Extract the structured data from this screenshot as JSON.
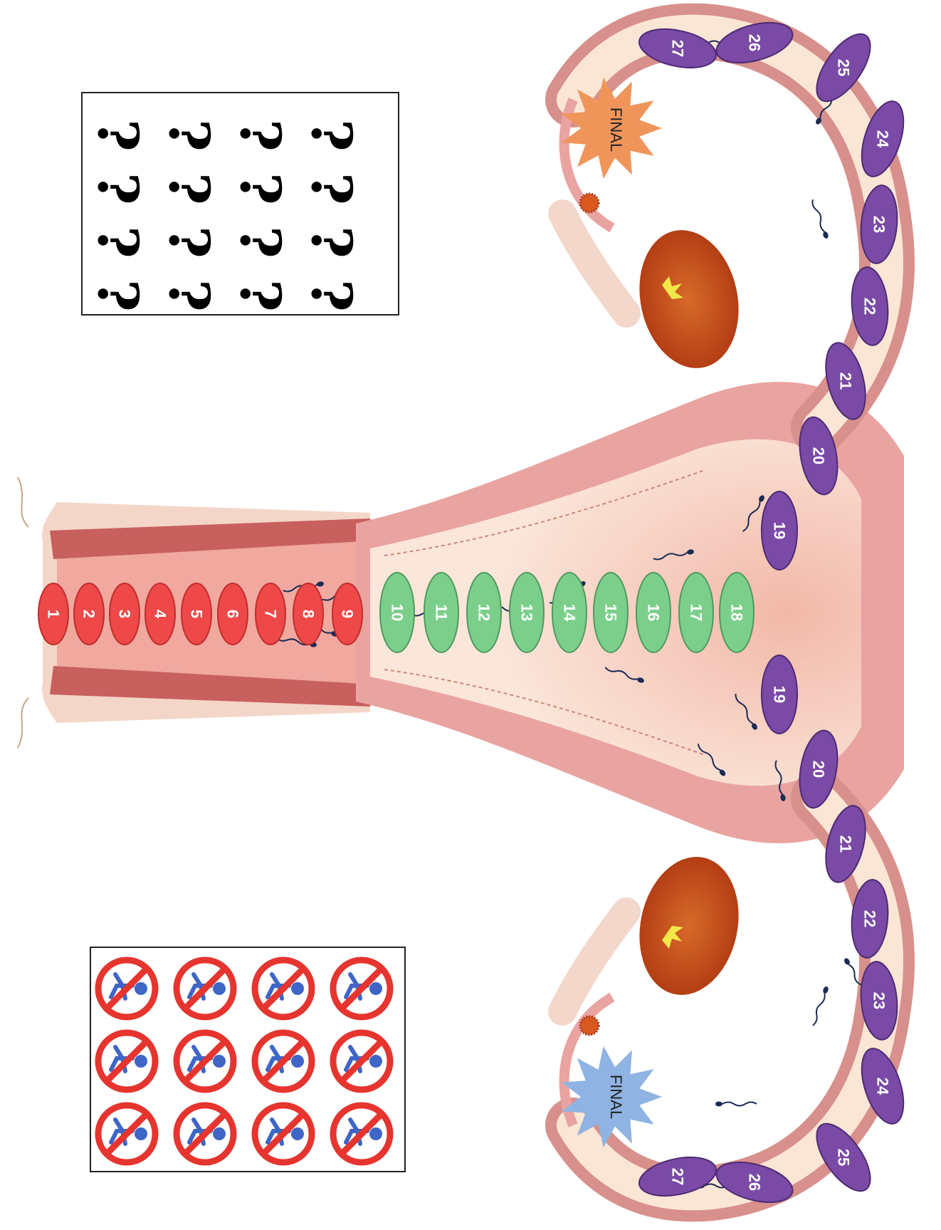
{
  "board": {
    "colors": {
      "red_space": "#ef4848",
      "green_space": "#7ccf8b",
      "purple_space": "#7a4aa6",
      "space_text": "#ffffff",
      "tissue": "#e79c9a",
      "tissue_dark": "#c66a68",
      "cavity": "#fbe3d6",
      "ovary": "#c0461a",
      "final_top": "#f0955a",
      "final_bottom": "#8fb3e2",
      "no_sign": "#e6342e",
      "baby_icon": "#3f66c6"
    },
    "red_spaces": [
      "1",
      "2",
      "3",
      "4",
      "5",
      "6",
      "7",
      "8",
      "9"
    ],
    "green_spaces": [
      "10",
      "11",
      "12",
      "13",
      "14",
      "15",
      "16",
      "17",
      "18"
    ],
    "top_branch_spaces": [
      "19",
      "20",
      "21",
      "22",
      "23",
      "24",
      "25",
      "26",
      "27"
    ],
    "bottom_branch_spaces": [
      "19",
      "20",
      "21",
      "22",
      "23",
      "24",
      "25",
      "26",
      "27"
    ],
    "final_top_label": "FINAL",
    "final_bottom_label": "FINAL"
  },
  "question_card": {
    "icon": "question-mark-icon",
    "rows": 4,
    "cols": 4
  },
  "no_baby_card": {
    "icon": "no-baby-icon",
    "rows": 4,
    "cols": 3
  }
}
